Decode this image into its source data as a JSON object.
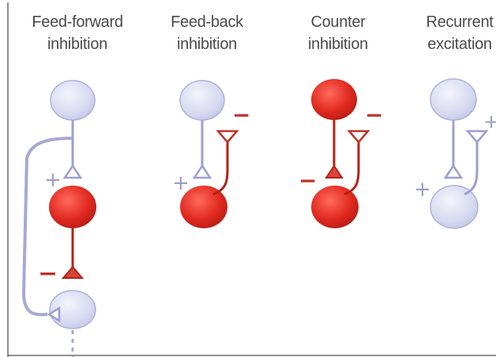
{
  "panels": [
    {
      "title_line1": "Feed-forward",
      "title_line2": "inhibition"
    },
    {
      "title_line1": "Feed-back",
      "title_line2": "inhibition"
    },
    {
      "title_line1": "Counter",
      "title_line2": "inhibition"
    },
    {
      "title_line1": "Recurrent",
      "title_line2": "excitation"
    }
  ],
  "signs": {
    "plus": "+",
    "minus": "−"
  },
  "colors": {
    "excitatory_neuron": "#d7daf0",
    "excitatory_stroke": "#a6abd6",
    "excitatory_axon": "#9c9fd0",
    "inhibitory_neuron": "#e0281f",
    "inhibitory_axon": "#b32117",
    "minus_sign": "#c0322a",
    "plus_sign": "#9a9cc8",
    "title_text": "#4a4a4a"
  }
}
